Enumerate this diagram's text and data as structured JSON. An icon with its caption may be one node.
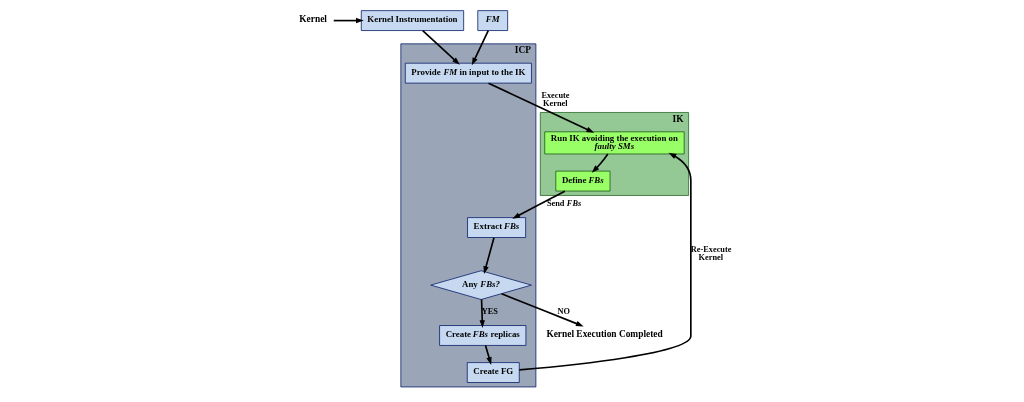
{
  "diagram": {
    "nodes": [
      {
        "text": [
          "Kernel"
        ]
      },
      {
        "text": [
          "Kernel Instrumentation"
        ]
      },
      {
        "text": [
          "FM"
        ]
      },
      {
        "text": [
          "ICP"
        ]
      },
      {
        "text": [
          "Provide *FM* in input to the IK"
        ],
        "in": 3
      },
      {
        "text": [
          "Any *FBs?*"
        ],
        "in": 3
      },
      {
        "text": [
          "Extract *FBs*"
        ],
        "in": 3
      },
      {
        "text": [
          "Create *FBs* replicas"
        ],
        "in": 3
      },
      {
        "text": [
          "Create FG"
        ],
        "in": 3
      },
      {
        "text": [
          "Kernel Execution Completed"
        ]
      },
      {
        "text": [
          "IK"
        ]
      },
      {
        "text": [
          "Run IK avoiding the execution on *faulty SMs*"
        ],
        "in": 10
      },
      {
        "text": [
          "Define *FBs*"
        ],
        "in": 10
      }
    ],
    "edges": [
      {
        "from": 0,
        "to": 1,
        "arrow": "to"
      },
      {
        "from": 1,
        "to": 4,
        "arrow": "to"
      },
      {
        "from": 2,
        "to": 4,
        "arrow": "to"
      },
      {
        "from": 4,
        "to": 11,
        "arrow": "to",
        "label": "Execute Kernel"
      },
      {
        "from": 11,
        "to": 12,
        "arrow": "to"
      },
      {
        "from": 12,
        "to": 6,
        "arrow": "to",
        "label": "Send *FBs*"
      },
      {
        "from": 6,
        "to": 5,
        "arrow": "to"
      },
      {
        "from": 5,
        "to": 9,
        "arrow": "to",
        "label": "NO"
      },
      {
        "from": 5,
        "to": 7,
        "arrow": "to",
        "label": "YES"
      },
      {
        "from": 7,
        "to": 8,
        "arrow": "to"
      },
      {
        "from": 8,
        "to": 11,
        "arrow": "to",
        "label": "Re-Execute Kernel"
      }
    ]
  }
}
